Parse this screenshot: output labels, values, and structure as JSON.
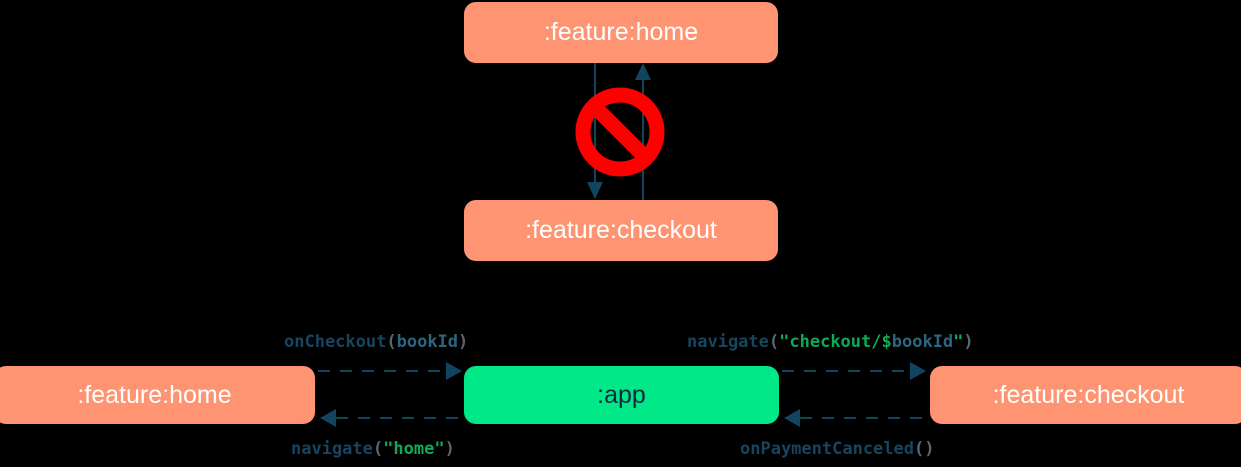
{
  "diagram": {
    "title": "module navigation dependency diagram",
    "colors": {
      "background": "#000000",
      "feature_module": "#FF9472",
      "app_module": "#00E887",
      "edge": "#11445E",
      "forbidden": "#FF0000",
      "code_function": "#17455F",
      "code_string": "#0FA958",
      "code_variable": "#2D6480",
      "code_punctuation": "#5A6670"
    }
  },
  "top_section": {
    "nodes": [
      {
        "id": "top-home",
        "label": ":feature:home",
        "color": "#FF9472"
      },
      {
        "id": "top-checkout",
        "label": ":feature:checkout",
        "color": "#FF9472"
      }
    ],
    "edges": [
      {
        "id": "home-to-checkout",
        "direction": "down",
        "from": ":feature:home",
        "to": ":feature:checkout"
      },
      {
        "id": "checkout-to-home",
        "direction": "up",
        "from": ":feature:checkout",
        "to": ":feature:home"
      }
    ],
    "badge": {
      "name": "forbidden-sign",
      "meaning": "not allowed"
    }
  },
  "bottom_section": {
    "nodes": [
      {
        "id": "bot-home",
        "label": ":feature:home",
        "color": "#FF9472"
      },
      {
        "id": "bot-app",
        "label": ":app",
        "color": "#00E887"
      },
      {
        "id": "bot-checkout",
        "label": ":feature:checkout",
        "color": "#FF9472"
      }
    ],
    "edges": [
      {
        "id": "home-to-app",
        "direction": "right",
        "from": ":feature:home",
        "to": ":app",
        "label_plain": "onCheckout(bookId)",
        "tokens": [
          {
            "t": "onCheckout",
            "k": "fn"
          },
          {
            "t": "(",
            "k": "punct"
          },
          {
            "t": "bookId",
            "k": "var"
          },
          {
            "t": ")",
            "k": "punct"
          }
        ]
      },
      {
        "id": "app-to-home",
        "direction": "left",
        "from": ":app",
        "to": ":feature:home",
        "label_plain": "navigate(\"home\")",
        "tokens": [
          {
            "t": "navigate",
            "k": "fn"
          },
          {
            "t": "(",
            "k": "punct"
          },
          {
            "t": "\"home\"",
            "k": "str"
          },
          {
            "t": ")",
            "k": "punct"
          }
        ]
      },
      {
        "id": "app-to-checkout",
        "direction": "right",
        "from": ":app",
        "to": ":feature:checkout",
        "label_plain": "navigate(\"checkout/$bookId\")",
        "tokens": [
          {
            "t": "navigate",
            "k": "fn"
          },
          {
            "t": "(",
            "k": "punct"
          },
          {
            "t": "\"checkout/",
            "k": "str"
          },
          {
            "t": "$",
            "k": "str"
          },
          {
            "t": "bookId",
            "k": "var"
          },
          {
            "t": "\"",
            "k": "str"
          },
          {
            "t": ")",
            "k": "punct"
          }
        ]
      },
      {
        "id": "checkout-to-app",
        "direction": "left",
        "from": ":feature:checkout",
        "to": ":app",
        "label_plain": "onPaymentCanceled()",
        "tokens": [
          {
            "t": "onPaymentCanceled",
            "k": "fn"
          },
          {
            "t": "(",
            "k": "punct"
          },
          {
            "t": ")",
            "k": "punct"
          }
        ]
      }
    ]
  }
}
